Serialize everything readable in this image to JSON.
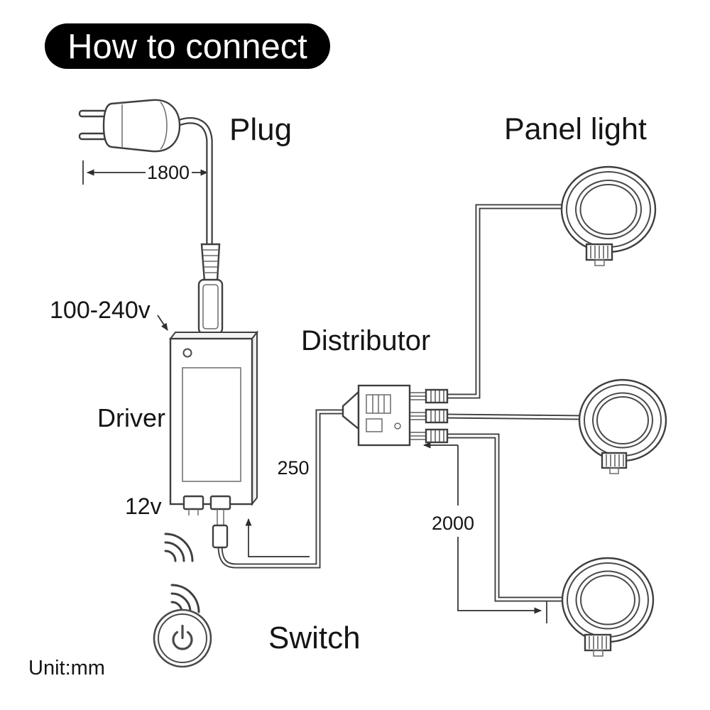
{
  "title": "How to connect",
  "labels": {
    "plug": "Plug",
    "panel_light": "Panel light",
    "driver": "Driver",
    "distributor": "Distributor",
    "switch_label": "Switch",
    "input_voltage": "100-240v",
    "output_voltage": "12v",
    "unit_note": "Unit:mm"
  },
  "dimensions_mm": {
    "plug_cable": "1800",
    "driver_to_distributor": "250",
    "distributor_to_panel": "2000"
  },
  "colors": {
    "banner_bg": "#000000",
    "banner_text": "#ffffff",
    "line": "#3f3f3f",
    "text": "#151515"
  }
}
